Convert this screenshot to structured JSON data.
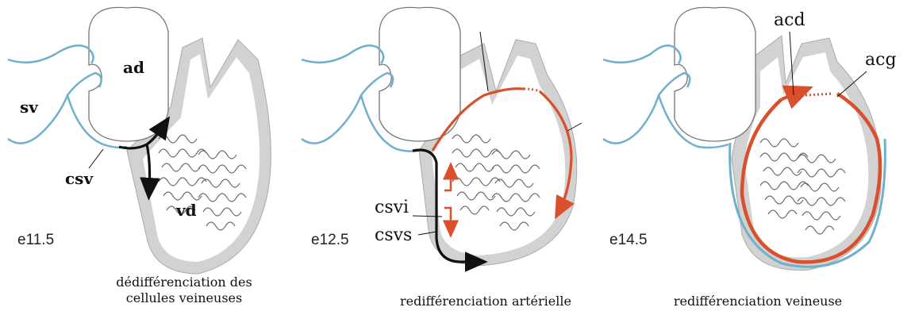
{
  "panels": [
    {
      "stage": "e11.5",
      "labels": {
        "sv": "sv",
        "ad": "ad",
        "csv": "csv",
        "vd": "vd"
      },
      "caption_line1": "dédifférenciation des",
      "caption_line2": "cellules veineuses"
    },
    {
      "stage": "e12.5",
      "labels": {
        "csvi": "csvi",
        "csvs": "csvs"
      },
      "caption_line1": "redifférenciation artérielle"
    },
    {
      "stage": "e14.5",
      "labels": {
        "acd": "acd",
        "acg": "acg"
      },
      "caption_line1": "redifférenciation veineuse"
    }
  ],
  "colors": {
    "vein_blue": "#6fb0cc",
    "arterial_red": "#d9502d",
    "heart_gray": "#d2d2d2",
    "outline": "#555555",
    "black_path": "#111111"
  }
}
